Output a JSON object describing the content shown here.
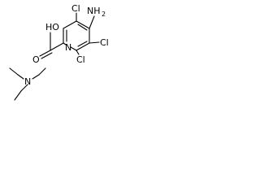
{
  "molecule_labels": {
    "hydroxyl": "HO",
    "carbonyl_oxygen": "O",
    "amino": "NH",
    "amino_subscript": "2",
    "chloro_top": "Cl",
    "chloro_right": "Cl",
    "chloro_bottom": "Cl",
    "ring_nitrogen": "N",
    "amine_nitrogen": "N"
  },
  "colors": {
    "ink": "#000000",
    "background": "#ffffff"
  }
}
